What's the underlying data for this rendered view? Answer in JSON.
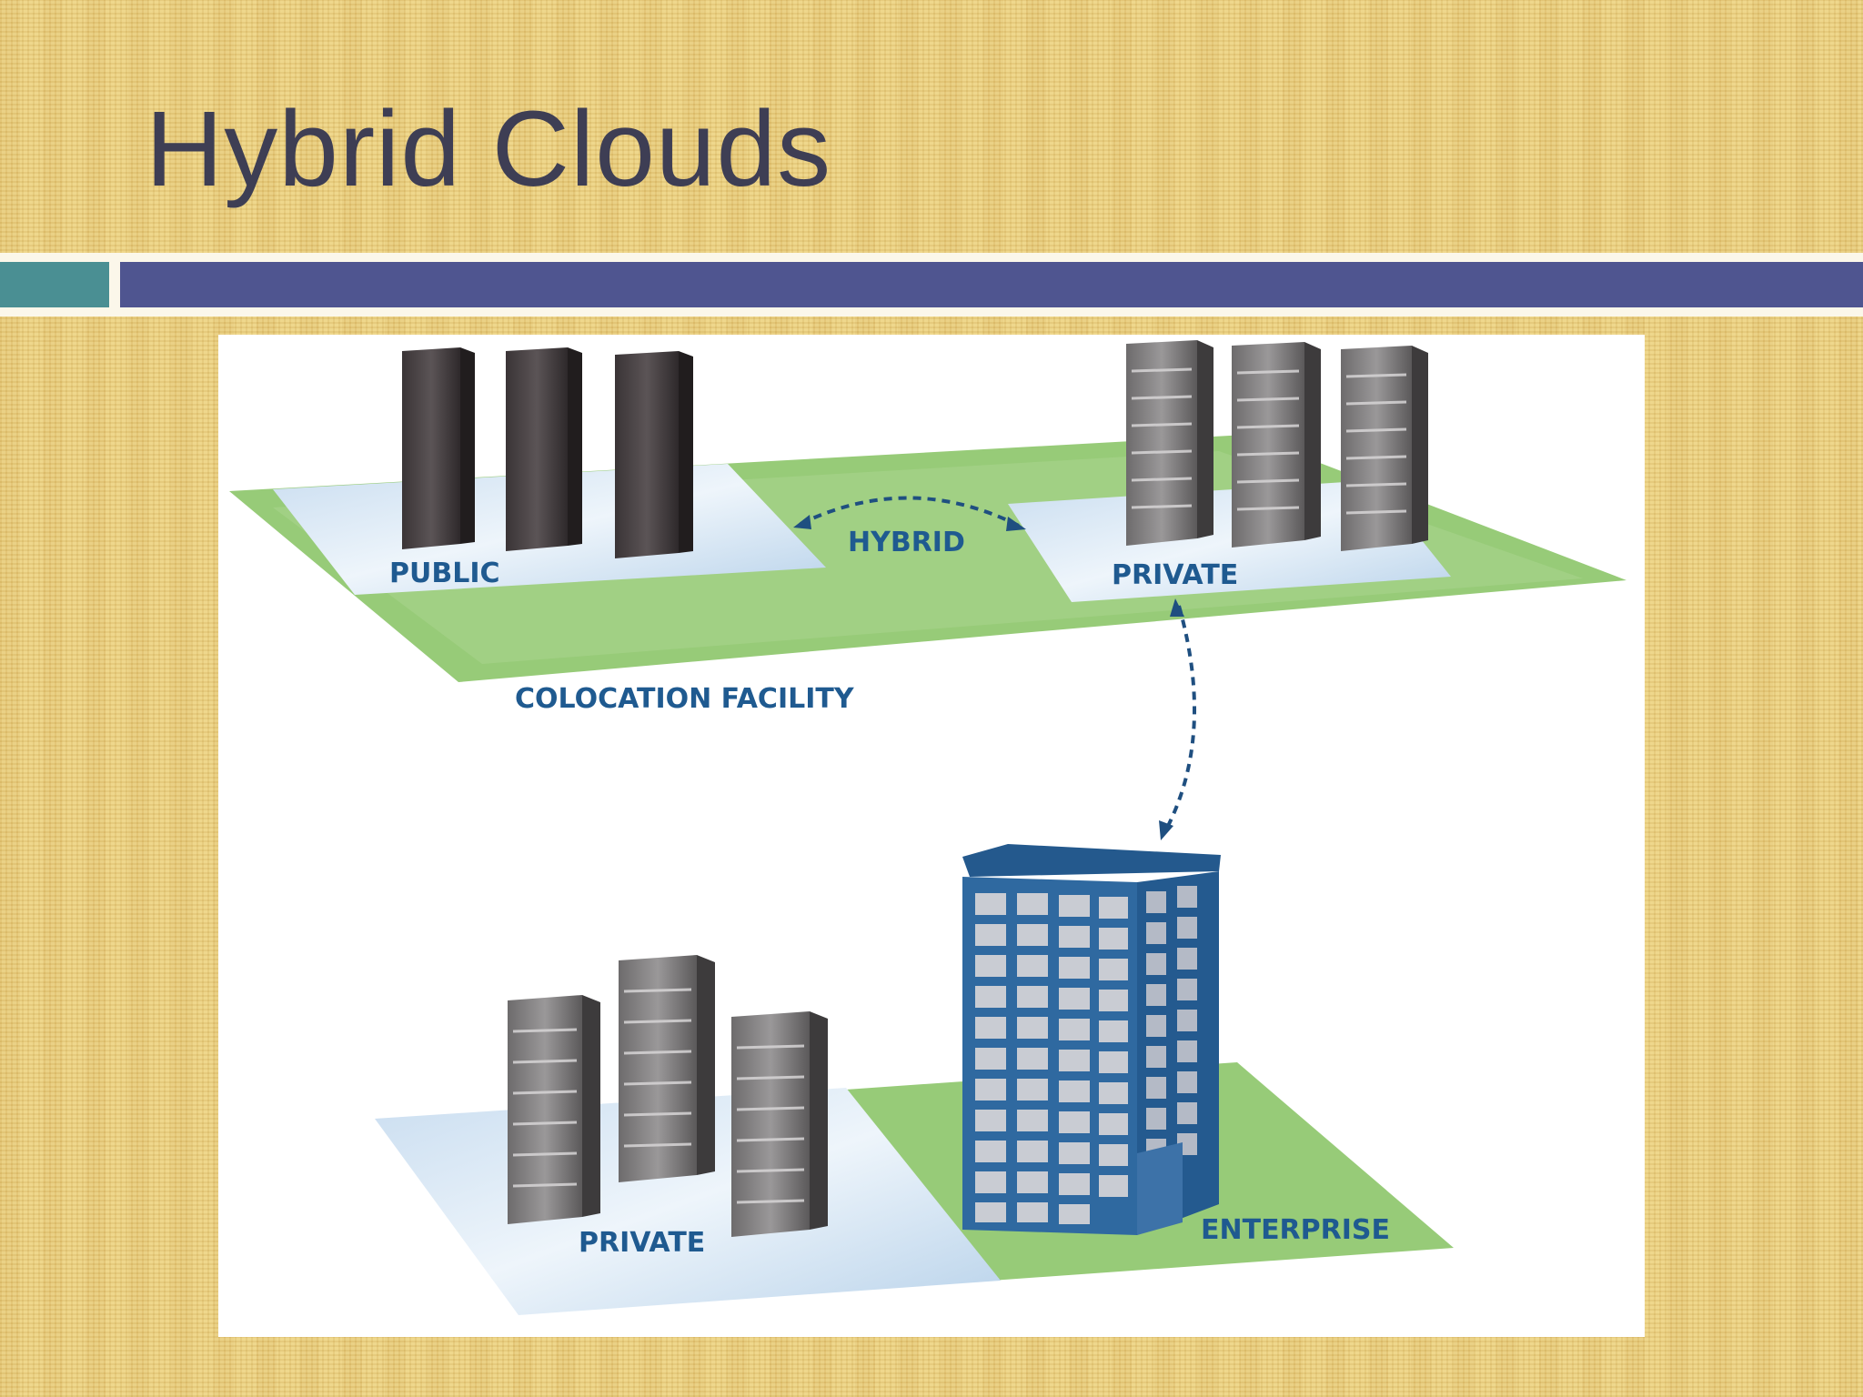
{
  "slide": {
    "title": "Hybrid Clouds"
  },
  "diagram": {
    "labels": {
      "public": "PUBLIC",
      "hybrid": "HYBRID",
      "private_top": "PRIVATE",
      "colocation": "COLOCATION FACILITY",
      "private_bottom": "PRIVATE",
      "enterprise": "ENTERPRISE"
    }
  },
  "colors": {
    "title": "#3e3e54",
    "accent_teal": "#4a8f93",
    "accent_blue": "#4f5590",
    "ground_green": "#97cb78",
    "label_blue": "#1f5a90",
    "building_blue": "#2f69a0"
  }
}
